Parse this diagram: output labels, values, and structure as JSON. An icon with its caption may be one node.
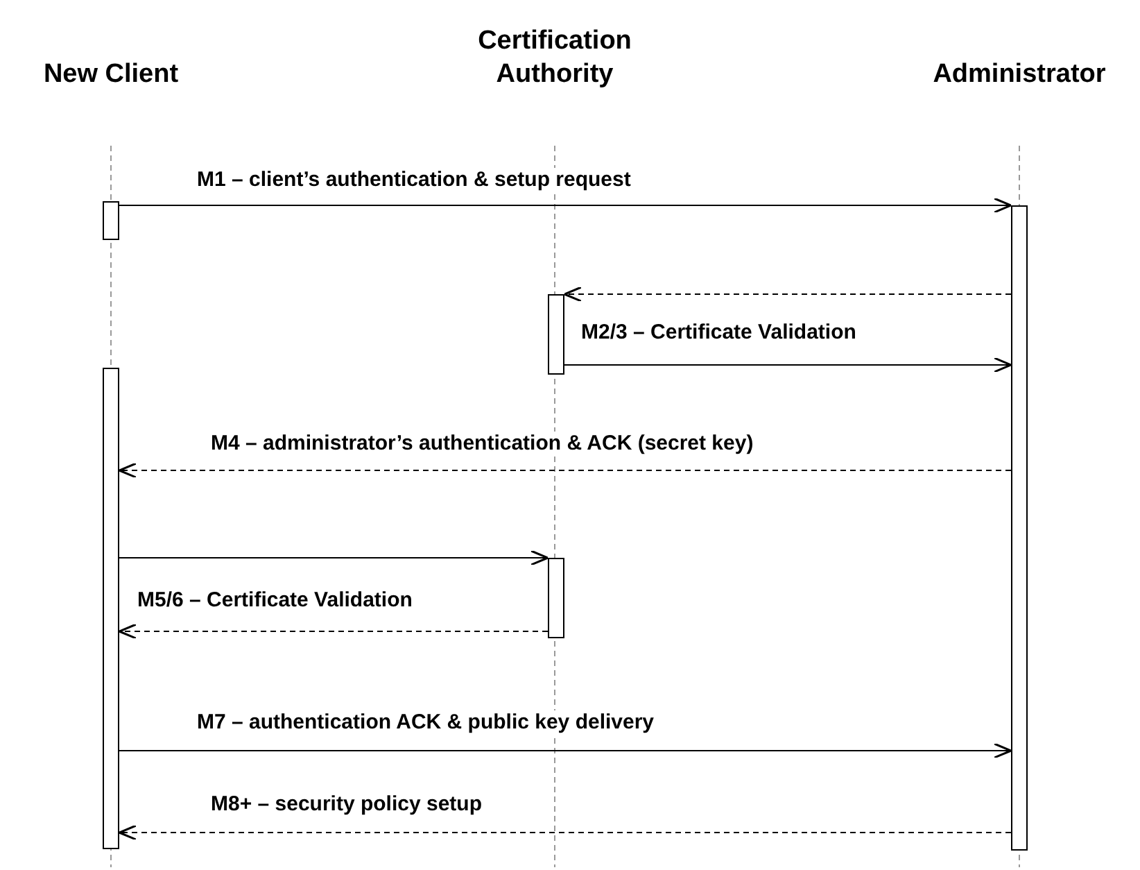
{
  "diagram": {
    "nodes": [
      {
        "text": [
          "New Client"
        ]
      },
      {
        "text": [
          "Certification Authority"
        ]
      },
      {
        "text": [
          "Administrator"
        ]
      },
      {
        "text": [],
        "shape": "bar"
      },
      {
        "text": [],
        "shape": "bar"
      },
      {
        "text": [],
        "shape": "bar"
      },
      {
        "text": [],
        "shape": "bar"
      },
      {
        "text": [],
        "shape": "bar"
      }
    ],
    "edges": [
      {
        "from": 3,
        "to": 4,
        "arrow": "to",
        "label": "M1 – client’s authentication & setup request"
      },
      {
        "from": 4,
        "to": 5,
        "arrow": "to",
        "style": "dashed"
      },
      {
        "from": 5,
        "to": 4,
        "arrow": "to",
        "label": "M2/3 – Certificate Validation"
      },
      {
        "from": 4,
        "to": 6,
        "arrow": "to",
        "style": "dashed",
        "label": "M4 – administrator’s authentication & ACK (secret key)"
      },
      {
        "from": 6,
        "to": 7,
        "arrow": "to"
      },
      {
        "from": 7,
        "to": 6,
        "arrow": "to",
        "style": "dashed",
        "label": "M5/6 – Certificate Validation"
      },
      {
        "from": 6,
        "to": 4,
        "arrow": "to",
        "label": "M7 – authentication ACK & public key delivery"
      },
      {
        "from": 4,
        "to": 6,
        "arrow": "to",
        "style": "dashed",
        "label": "M8+ – security policy setup"
      }
    ]
  }
}
